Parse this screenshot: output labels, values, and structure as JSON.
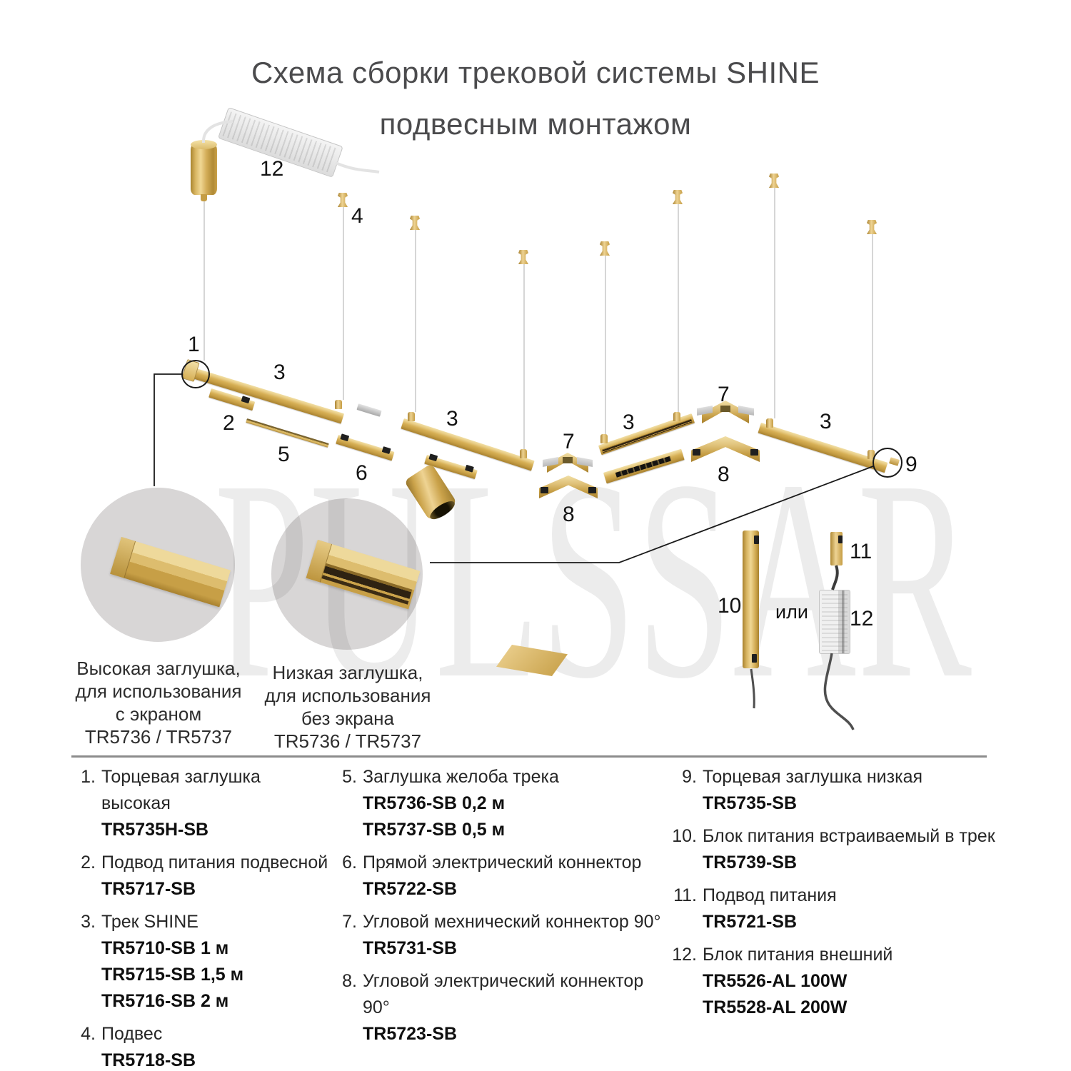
{
  "title": {
    "line1": "Схема сборки трековой системы SHINE",
    "line2": "подвесным монтажом"
  },
  "watermark": "PULSSAR",
  "diagram_labels": {
    "n1": "1",
    "n2": "2",
    "n3": "3",
    "n4": "4",
    "n5": "5",
    "n6": "6",
    "n7": "7",
    "n8": "8",
    "n9": "9",
    "n10": "10",
    "n11": "11",
    "n12": "12",
    "or_text": "или"
  },
  "callouts": {
    "high": {
      "line1": "Высокая заглушка,",
      "line2": "для использования",
      "line3": "с экраном",
      "line4": "TR5736 / TR5737"
    },
    "low": {
      "line1": "Низкая заглушка,",
      "line2": "для использования",
      "line3": "без экрана",
      "line4": "TR5736 / TR5737"
    }
  },
  "parts": [
    {
      "num": "1.",
      "name": "Торцевая заглушка высокая",
      "codes": [
        "TR5735H-SB"
      ]
    },
    {
      "num": "2.",
      "name": "Подвод питания подвесной",
      "codes": [
        "TR5717-SB"
      ]
    },
    {
      "num": "3.",
      "name": "Трек SHINE",
      "codes": [
        "TR5710-SB  1 м",
        "TR5715-SB  1,5 м",
        "TR5716-SB  2 м"
      ]
    },
    {
      "num": "4.",
      "name": "Подвес",
      "codes": [
        "TR5718-SB"
      ]
    },
    {
      "num": "5.",
      "name": "Заглушка желоба трека",
      "codes": [
        "TR5736-SB  0,2 м",
        "TR5737-SB  0,5 м"
      ]
    },
    {
      "num": "6.",
      "name": "Прямой электрический коннектор",
      "codes": [
        "TR5722-SB"
      ]
    },
    {
      "num": "7.",
      "name": "Угловой мехнический коннектор 90°",
      "codes": [
        "TR5731-SB"
      ]
    },
    {
      "num": "8.",
      "name": "Угловой электрический коннектор 90°",
      "codes": [
        "TR5723-SB"
      ]
    },
    {
      "num": "9.",
      "name": "Торцевая заглушка низкая",
      "codes": [
        "TR5735-SB"
      ]
    },
    {
      "num": "10.",
      "name": "Блок питания встраиваемый в трек",
      "codes": [
        "TR5739-SB"
      ]
    },
    {
      "num": "11.",
      "name": "Подвод питания",
      "codes": [
        "TR5721-SB"
      ]
    },
    {
      "num": "12.",
      "name": "Блок питания внешний",
      "codes": [
        "TR5526-AL 100W",
        "TR5528-AL 200W"
      ]
    }
  ],
  "colors": {
    "gold": "#cda64e",
    "gold_light": "#f0dca0",
    "circle_bg": "#d8d6d6",
    "title_text": "#4b4b4d",
    "body_text": "#262626"
  }
}
